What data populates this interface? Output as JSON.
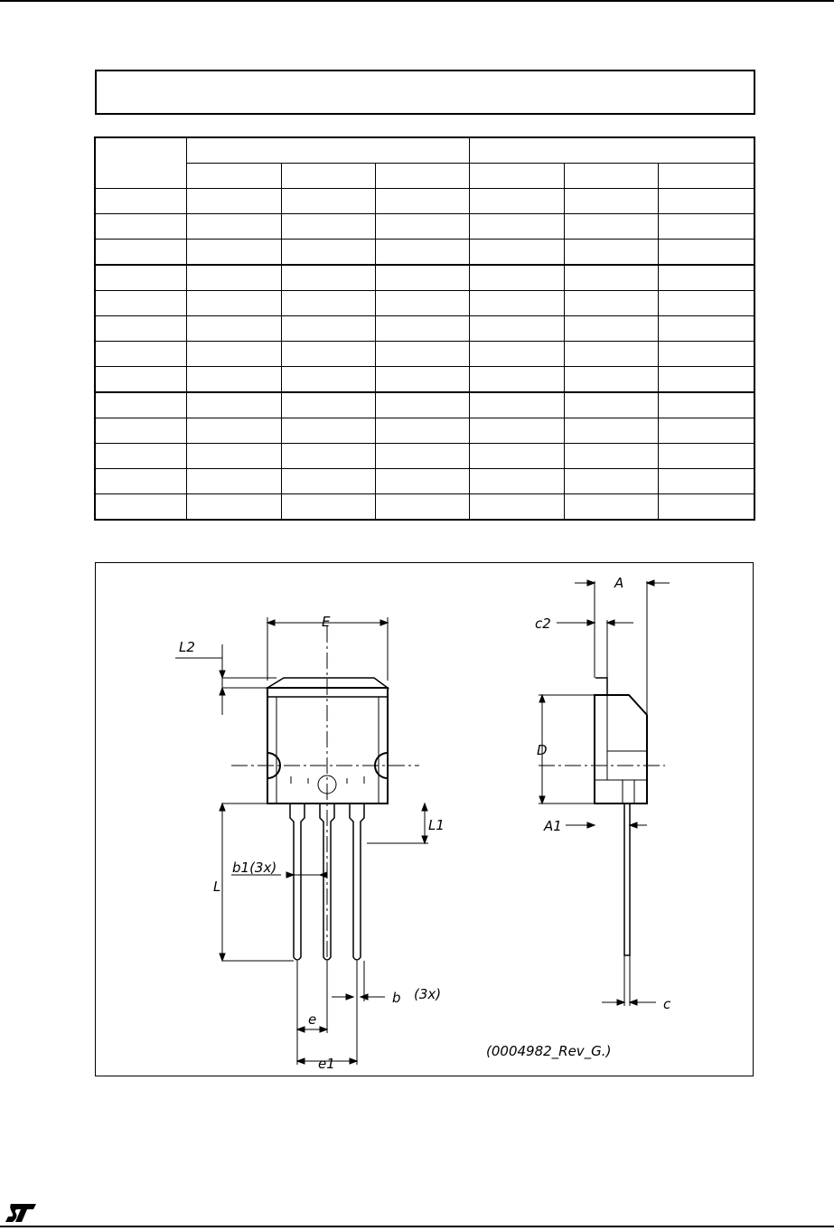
{
  "drawing": {
    "labels": {
      "E": "E",
      "L2": "L2",
      "L1": "L1",
      "L": "L",
      "b1": "b1(3x)",
      "b": "b",
      "b_count": "(3x)",
      "e": "e",
      "e1": "e1",
      "A": "A",
      "c2": "c2",
      "D": "D",
      "A1": "A1",
      "c": "c"
    },
    "reference": "(0004982_Rev_G.)"
  },
  "footer": {
    "logo": "st-logo"
  }
}
